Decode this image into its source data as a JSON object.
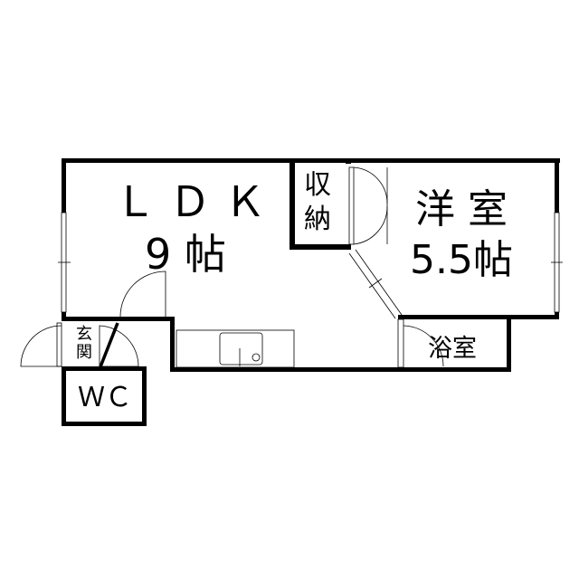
{
  "rooms": {
    "ldk": {
      "name": "Ｌ Ｄ Ｋ",
      "size": "9 帖"
    },
    "storage": {
      "line1": "収",
      "line2": "納"
    },
    "western": {
      "name": "洋 室",
      "size": "5.5帖"
    },
    "bath": {
      "name": "浴室"
    },
    "entrance": {
      "line1": "玄",
      "line2": "関"
    },
    "wc": {
      "name": "ＷＣ"
    }
  }
}
